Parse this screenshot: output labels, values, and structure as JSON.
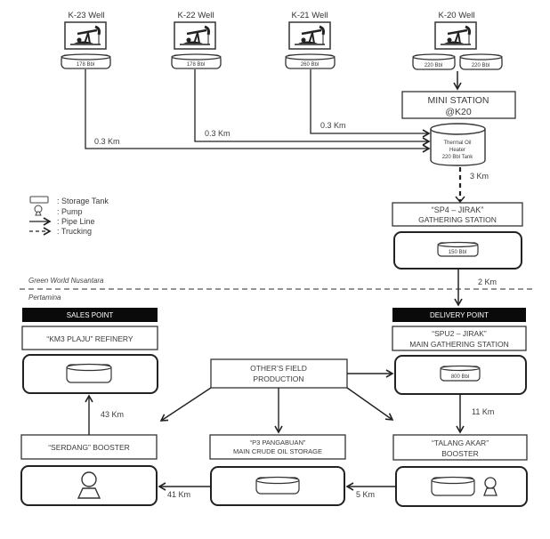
{
  "wells": [
    {
      "name": "K-23 Well",
      "tanks": [
        "178 Bbl"
      ]
    },
    {
      "name": "K-22 Well",
      "tanks": [
        "178 Bbl"
      ]
    },
    {
      "name": "K-21 Well",
      "tanks": [
        "260 Bbl"
      ]
    },
    {
      "name": "K-20 Well",
      "tanks": [
        "220 Bbl",
        "220 Bbl"
      ]
    }
  ],
  "mini_station": {
    "line1": "MINI STATION",
    "line2": "@K20"
  },
  "heater_tank": {
    "line1": "Thermal Oil",
    "line2": "Heater",
    "line3": "220 Bbl Tank"
  },
  "pipe_distances": {
    "k23": "0.3 Km",
    "k22": "0.3 Km",
    "k21": "0.3 Km"
  },
  "trucking_distance": "3 Km",
  "sp4": {
    "line1": "“SP4 – JIRAK”",
    "line2": "GATHERING STATION",
    "tank": "150 Bbl"
  },
  "sp4_to_spu2": "2 Km",
  "legend": [
    {
      "icon": "storage-tank-icon",
      "label": ": Storage Tank"
    },
    {
      "icon": "pump-icon",
      "label": ": Pump"
    },
    {
      "icon": "pipe-line-arrow-icon",
      "label": ": Pipe Line"
    },
    {
      "icon": "trucking-arrow-icon",
      "label": ": Trucking"
    }
  ],
  "zones": {
    "upper": "Green World Nusantara",
    "lower": "Pertamina"
  },
  "delivery_point": {
    "header": "DELIVERY POINT",
    "line1": "“SPU2 – JIRAK”",
    "line2": "MAIN GATHERING STATION",
    "tank": "800 Bbl"
  },
  "sales_point": {
    "header": "SALES POINT",
    "line1": "“KM3 PLAJU” REFINERY"
  },
  "others_field": {
    "line1": "OTHER’S FIELD",
    "line2": "PRODUCTION"
  },
  "talang_akar": {
    "line1": "“TALANG AKAR”",
    "line2": "BOOSTER"
  },
  "p3": {
    "line1": "“P3 PANGABUAN”",
    "line2": "MAIN CRUDE OIL STORAGE"
  },
  "serdang": {
    "line1": "“SERDANG” BOOSTER"
  },
  "distances": {
    "spu2_to_talang": "11 Km",
    "talang_to_p3": "5 Km",
    "p3_to_serdang": "41 Km",
    "serdang_to_km3": "43 Km"
  }
}
